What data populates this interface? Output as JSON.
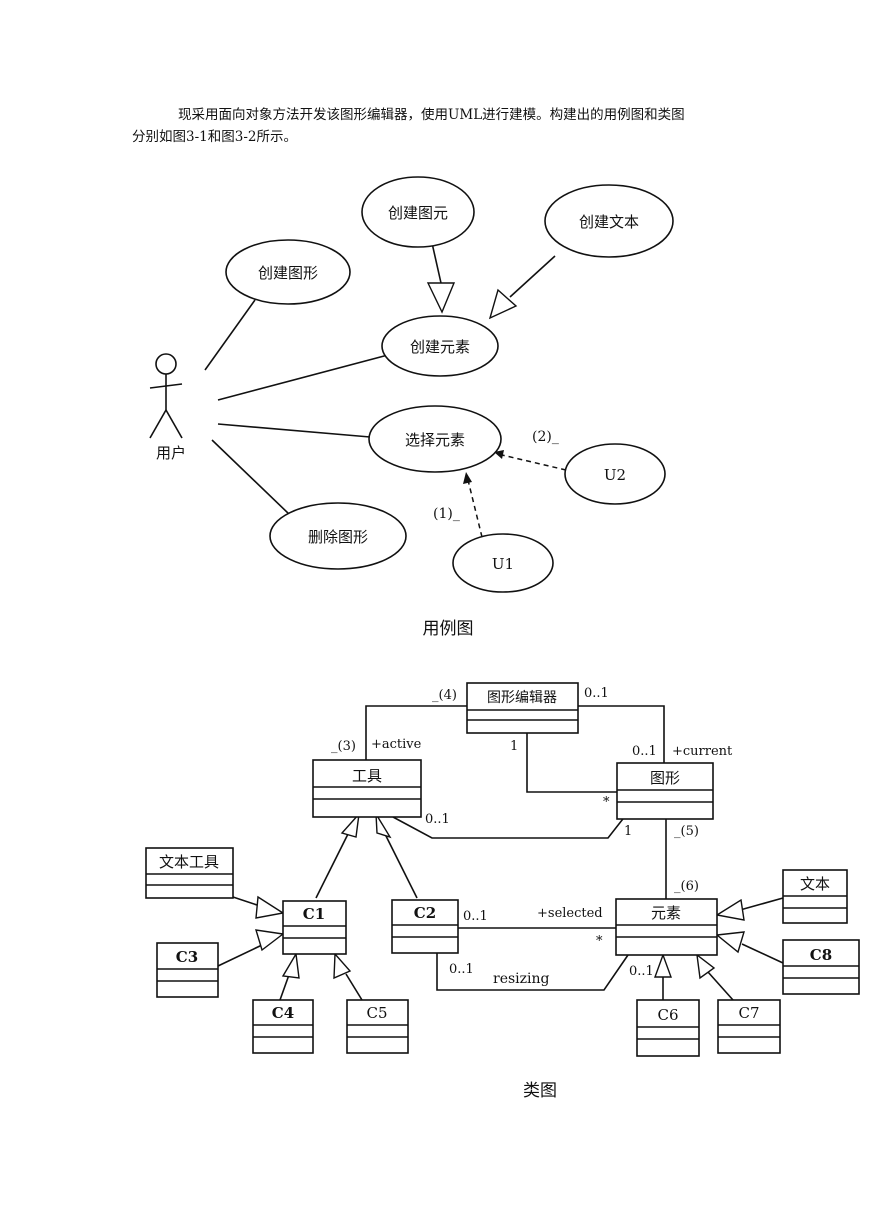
{
  "intro": {
    "line1": "现采用面向对象方法开发该图形编辑器，使用UML进行建模。构建出的用例图和类图",
    "line2": "分别如图3-1和图3-2所示。"
  },
  "use_case_diagram": {
    "caption": "用例图",
    "actor": "用户",
    "use_cases": {
      "create_figure": "创建图形",
      "create_primitive": "创建图元",
      "create_text": "创建文本",
      "create_element": "创建元素",
      "select_element": "选择元素",
      "delete_figure": "删除图形",
      "u1": "U1",
      "u2": "U2"
    },
    "labels": {
      "blank1": "(1)_",
      "blank2": "(2)_"
    }
  },
  "class_diagram": {
    "caption": "类图",
    "classes": {
      "editor": "图形编辑器",
      "tool": "工具",
      "figure": "图形",
      "text_tool": "文本工具",
      "c1": "C1",
      "c2": "C2",
      "c3": "C3",
      "c4": "C4",
      "c5": "C5",
      "element": "元素",
      "text": "文本",
      "c6": "C6",
      "c7": "C7",
      "c8": "C8"
    },
    "labels": {
      "blank3": "_(3)",
      "blank4": "_(4)",
      "blank5": "_(5)",
      "blank6": "_(6)",
      "active": "+active",
      "current": "+current",
      "selected": "+selected",
      "resizing": "resizing",
      "m_editor_right": "0..1",
      "m_editor_bottom": "1",
      "m_figure_top": "0..1",
      "m_figure_star": "*",
      "m_figure_left": "1",
      "m_tool_right": "0..1",
      "m_c2_right": "0..1",
      "m_c2_bottom": "0..1",
      "m_element_star": "*",
      "m_element_bottom": "0..1"
    }
  }
}
